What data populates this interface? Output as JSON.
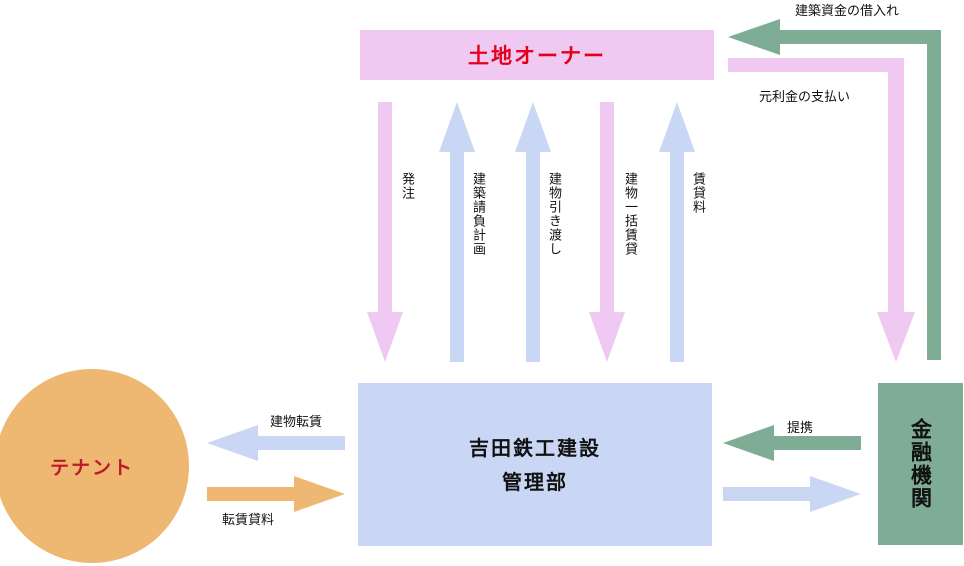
{
  "nodes": {
    "land_owner": "土地オーナー",
    "company_line1": "吉田鉄工建設",
    "company_line2": "管理部",
    "bank": "金融機関",
    "tenant": "テナント"
  },
  "flows": {
    "order": "発注",
    "construction_plan": "建築請負計画",
    "handover": "建物引き渡し",
    "master_lease": "建物一括賃貸",
    "rent": "賃貸料",
    "loan": "建築資金の借入れ",
    "repayment": "元利金の支払い",
    "sublease": "建物転賃",
    "sublease_rent": "転賃貸料",
    "partnership": "提携"
  },
  "colors": {
    "pink": "#efc9f1",
    "blue": "#c9d7f5",
    "green": "#7fac95",
    "orange": "#efb872",
    "red_text": "#e4001b"
  }
}
